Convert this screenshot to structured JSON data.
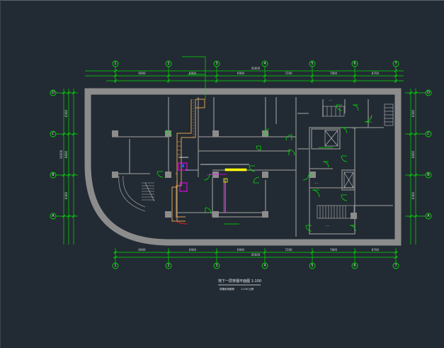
{
  "drawing": {
    "title": "地下一层排烟平面图 1:100",
    "subtitle_left": "排烟系统图例",
    "subtitle_right": "1:100 比例",
    "overall_top": "45600",
    "overall_bottom": "45600",
    "overall_left": "19200",
    "top_segments": [
      "6900",
      "6900",
      "6900",
      "7200",
      "7800",
      "8700"
    ],
    "bottom_segments": [
      "6900",
      "6900",
      "6900",
      "7200",
      "7800",
      "8700"
    ],
    "left_segments": [
      "6300",
      "6600",
      "6300"
    ],
    "right_segments": [
      "6300",
      "6600",
      "6300"
    ]
  },
  "axes": {
    "columns": [
      "1",
      "2",
      "3",
      "4",
      "5",
      "6",
      "7"
    ],
    "rows": [
      "D",
      "C",
      "B",
      "A"
    ]
  },
  "colors": {
    "background": "#222a33",
    "dim": "#00e000",
    "wall": "#8c8c8c",
    "duct": "#e0a050",
    "smoke_exhaust": "#ff00ff",
    "fire_damper": "#ffff00",
    "pipe_red": "#e02020",
    "door": "#00e000"
  },
  "icons": {
    "axis_bubble": "circle-axis-icon",
    "door_swing": "door-swing-icon",
    "stair": "stair-icon",
    "elevator": "elevator-icon"
  }
}
